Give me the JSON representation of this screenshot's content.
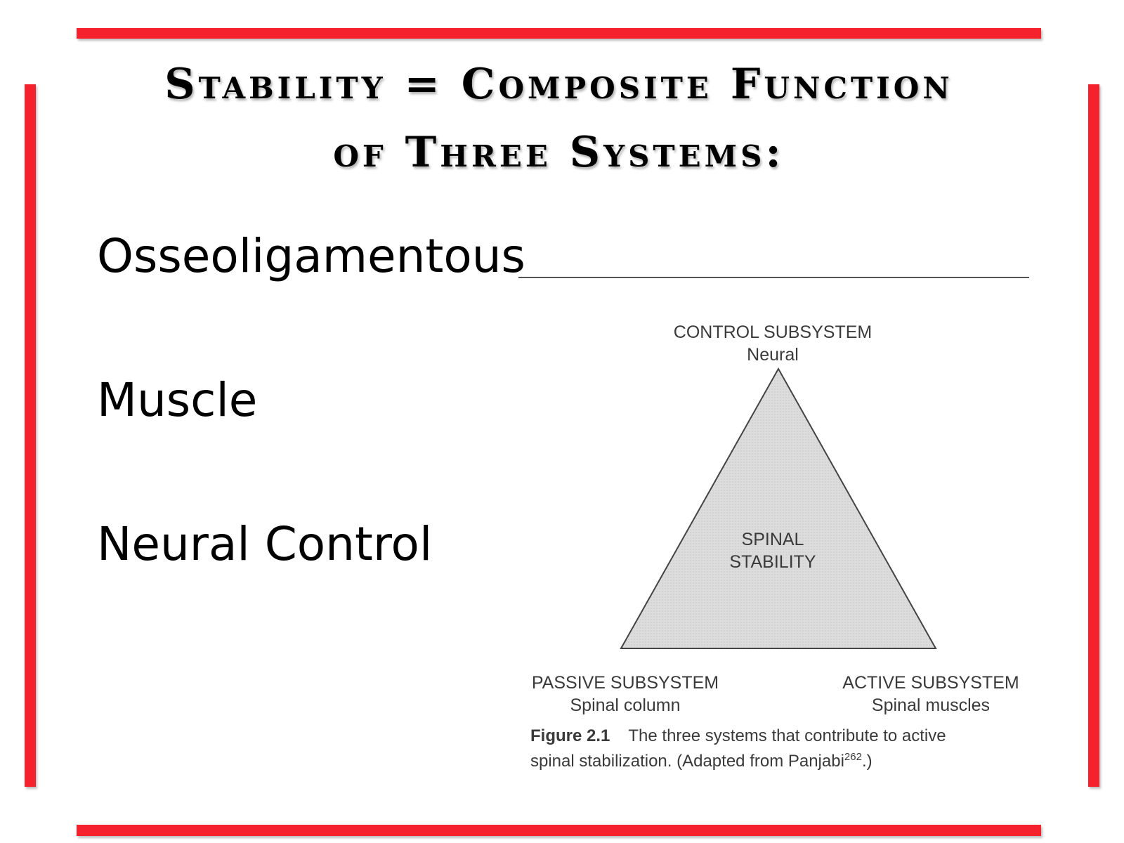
{
  "colors": {
    "frame": "#f5222d",
    "triangle_fill": "#d9d9d9",
    "triangle_stroke": "#444444"
  },
  "title": {
    "line1": "Stability = Composite Function",
    "line2": "of Three Systems:"
  },
  "bullets": [
    "Osseoligamentous",
    "Muscle",
    "Neural Control"
  ],
  "figure": {
    "top_label": "CONTROL SUBSYSTEM",
    "top_sub": "Neural",
    "center_line1": "SPINAL",
    "center_line2": "STABILITY",
    "left_label": "PASSIVE SUBSYSTEM",
    "left_sub": "Spinal column",
    "right_label": "ACTIVE SUBSYSTEM",
    "right_sub": "Spinal muscles",
    "caption_label": "Figure 2.1",
    "caption_text1": "The three systems that contribute to active",
    "caption_text2": "spinal stabilization. (Adapted from Panjabi",
    "caption_sup": "262",
    "caption_end": ".)"
  }
}
